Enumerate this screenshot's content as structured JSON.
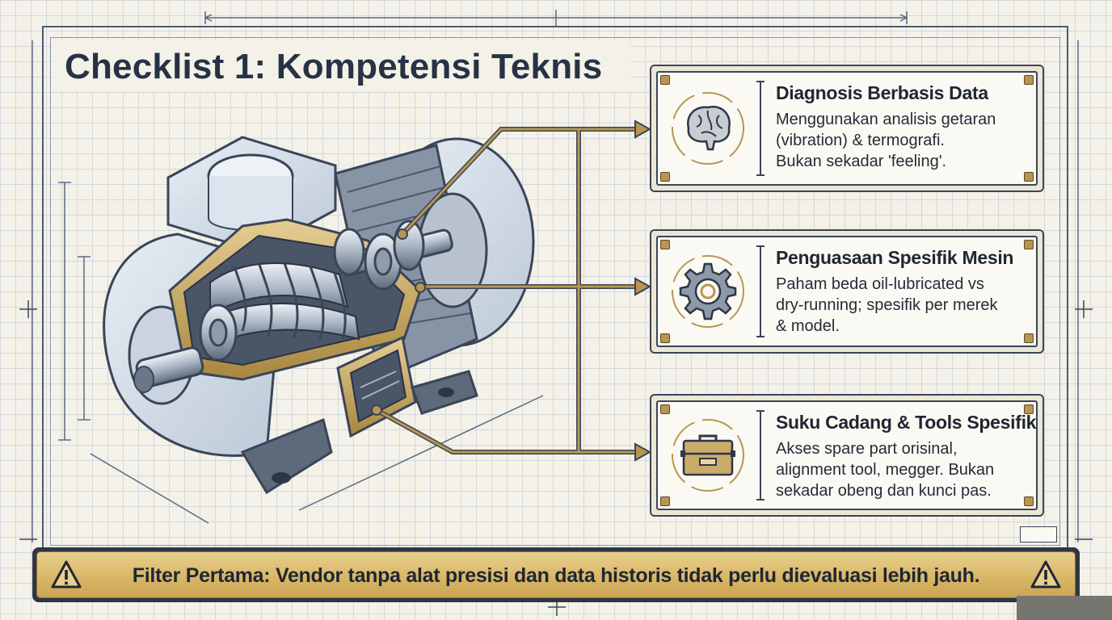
{
  "title": "Checklist 1: Kompetensi Teknis",
  "cards": [
    {
      "title": "Diagnosis Berbasis Data",
      "lines": [
        "Menggunakan analisis getaran",
        "(vibration) & termografi.",
        "Bukan sekadar 'feeling'."
      ],
      "icon": "brain-icon"
    },
    {
      "title": "Penguasaan Spesifik Mesin",
      "lines": [
        "Paham beda oil-lubricated vs",
        "dry-running; spesifik per merek",
        "& model."
      ],
      "icon": "gear-icon"
    },
    {
      "title": "Suku Cadang & Tools Spesifik",
      "lines": [
        "Akses spare part orisinal,",
        "alignment tool, megger. Bukan",
        "sekadar obeng dan kunci pas."
      ],
      "icon": "toolbox-icon"
    }
  ],
  "banner": {
    "text": "Filter Pertama: Vendor tanpa alat presisi dan data historis tidak perlu dievaluasi lebih jauh.",
    "icon": "warning-icon"
  },
  "illustration": {
    "subject": "compressor-cutaway-icon"
  },
  "colors": {
    "navy": "#263345",
    "brass": "#b89650",
    "banner_gold": "#d9b767",
    "blueprint_grid": "#d3d8de"
  }
}
